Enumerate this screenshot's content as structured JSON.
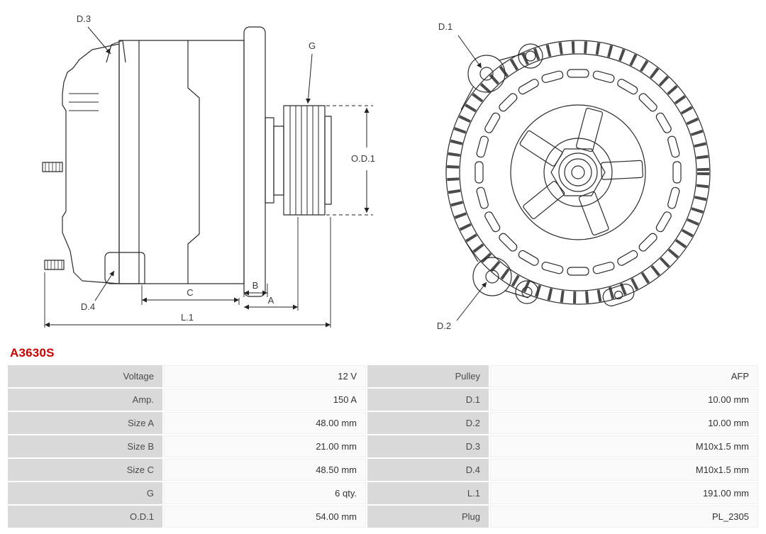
{
  "part_number": "A3630S",
  "diagram": {
    "side": {
      "d3": "D.3",
      "d4": "D.4",
      "g": "G",
      "od1": "O.D.1",
      "a": "A",
      "b": "B",
      "c": "C",
      "l1": "L.1"
    },
    "front": {
      "d1": "D.1",
      "d2": "D.2"
    }
  },
  "spec_table": {
    "left": [
      {
        "label": "Voltage",
        "value": "12 V"
      },
      {
        "label": "Amp.",
        "value": "150 A"
      },
      {
        "label": "Size A",
        "value": "48.00 mm"
      },
      {
        "label": "Size B",
        "value": "21.00 mm"
      },
      {
        "label": "Size C",
        "value": "48.50 mm"
      },
      {
        "label": "G",
        "value": "6 qty."
      },
      {
        "label": "O.D.1",
        "value": "54.00 mm"
      }
    ],
    "right": [
      {
        "label": "Pulley",
        "value": "AFP"
      },
      {
        "label": "D.1",
        "value": "10.00 mm"
      },
      {
        "label": "D.2",
        "value": "10.00 mm"
      },
      {
        "label": "D.3",
        "value": "M10x1.5 mm"
      },
      {
        "label": "D.4",
        "value": "M10x1.5 mm"
      },
      {
        "label": "L.1",
        "value": "191.00 mm"
      },
      {
        "label": "Plug",
        "value": "PL_2305"
      }
    ]
  },
  "colors": {
    "part_number_red": "#cc0000",
    "table_label_bg": "#d9d9d9",
    "table_value_bg": "#fafafa",
    "line_color": "#2b2b2b"
  }
}
